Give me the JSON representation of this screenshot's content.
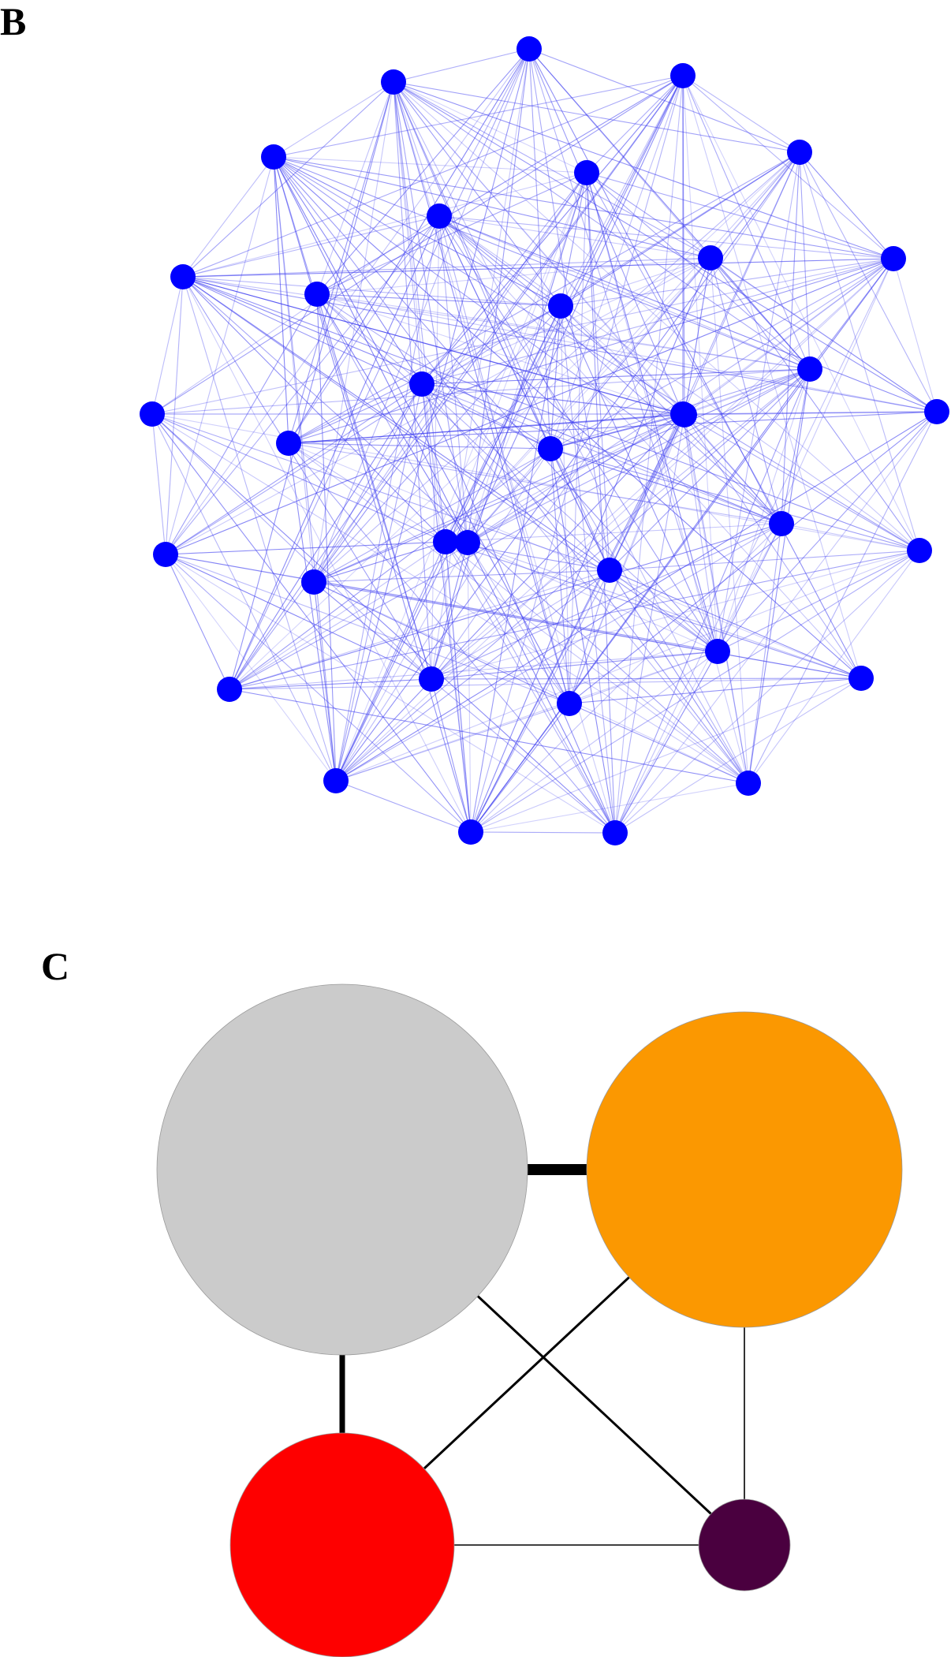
{
  "panel_b": {
    "label": "B",
    "node_color": "#0000ff",
    "edge_color": "#3b3bf0",
    "node_count": 36
  },
  "panel_c": {
    "label": "C",
    "node_colors": {
      "gray": "#cbcbcb",
      "orange": "#fb9801",
      "red": "#fe0000",
      "purple": "#4a003f"
    },
    "edge_color": "#000000",
    "nodes": [
      {
        "id": "gray"
      },
      {
        "id": "orange"
      },
      {
        "id": "red"
      },
      {
        "id": "purple"
      }
    ],
    "edges": [
      {
        "from": "gray",
        "to": "orange",
        "weight": 5
      },
      {
        "from": "gray",
        "to": "red",
        "weight": 3
      },
      {
        "from": "gray",
        "to": "purple",
        "weight": 2
      },
      {
        "from": "orange",
        "to": "red",
        "weight": 2
      },
      {
        "from": "orange",
        "to": "purple",
        "weight": 1
      },
      {
        "from": "red",
        "to": "purple",
        "weight": 1
      }
    ]
  }
}
